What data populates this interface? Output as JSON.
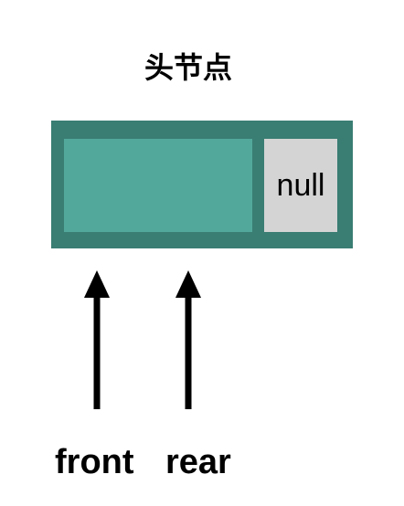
{
  "title": "头节点",
  "node": {
    "data_field": "",
    "next_field": "null",
    "colors": {
      "outer": "#3a7d73",
      "data": "#52a99b",
      "next": "#d4d4d4"
    }
  },
  "pointers": [
    {
      "label": "front"
    },
    {
      "label": "rear"
    }
  ]
}
